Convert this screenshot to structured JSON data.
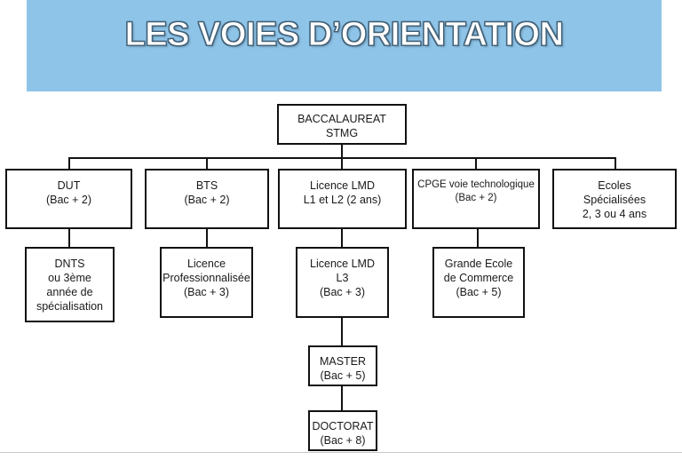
{
  "banner": {
    "title": "LES VOIES D’ORIENTATION",
    "background_color": "#8EC4E8",
    "text_color": "#FFFFFF",
    "outline_color": "#4A6B82"
  },
  "diagram": {
    "type": "flowchart",
    "orientation": "top-down",
    "line_color": "#111111",
    "box_fill": "#FFFFFF",
    "root": {
      "id": "baccalaureat-stmg",
      "lines": [
        "BACCALAUREAT",
        "STMG"
      ]
    },
    "row2": [
      {
        "id": "dut",
        "lines": [
          "DUT",
          "(Bac + 2)"
        ]
      },
      {
        "id": "bts",
        "lines": [
          "BTS",
          "(Bac + 2)"
        ]
      },
      {
        "id": "licence-lmd-l1-l2",
        "lines": [
          "Licence LMD",
          "L1 et L2 (2 ans)"
        ]
      },
      {
        "id": "cpge",
        "lines": [
          "CPGE voie technologique",
          "(Bac + 2)"
        ]
      },
      {
        "id": "ecoles-specialisees",
        "lines": [
          "Ecoles",
          "Spécialisées",
          "2, 3 ou 4 ans"
        ]
      }
    ],
    "row3": [
      {
        "id": "dnts",
        "lines": [
          "DNTS",
          "ou 3ème",
          "année de",
          "spécialisation"
        ]
      },
      {
        "id": "licence-professionnalisee",
        "lines": [
          "Licence",
          "Professionnalisée",
          "(Bac + 3)"
        ]
      },
      {
        "id": "licence-lmd-l3",
        "lines": [
          "Licence LMD",
          "L3",
          "(Bac + 3)"
        ]
      },
      {
        "id": "grande-ecole-de-commerce",
        "lines": [
          "Grande Ecole",
          "de Commerce",
          "(Bac + 5)"
        ]
      }
    ],
    "row4": {
      "id": "master",
      "lines": [
        "MASTER",
        "(Bac + 5)"
      ]
    },
    "row5": {
      "id": "doctorat",
      "lines": [
        "DOCTORAT",
        "(Bac + 8)"
      ]
    }
  }
}
